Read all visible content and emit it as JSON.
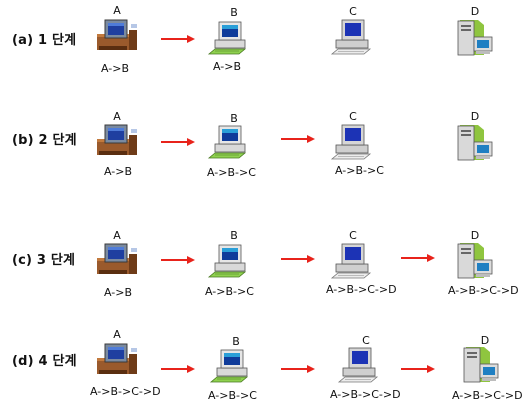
{
  "stages": [
    {
      "label": "(a) 1 단계",
      "nodes": [
        {
          "letter": "A",
          "caption": "A->B"
        },
        {
          "letter": "B",
          "caption": "A->B"
        },
        {
          "letter": "C",
          "caption": ""
        },
        {
          "letter": "D",
          "caption": ""
        }
      ]
    },
    {
      "label": "(b) 2 단계",
      "nodes": [
        {
          "letter": "A",
          "caption": "A->B"
        },
        {
          "letter": "B",
          "caption": "A->B->C"
        },
        {
          "letter": "C",
          "caption": "A->B->C"
        },
        {
          "letter": "D",
          "caption": ""
        }
      ]
    },
    {
      "label": "(c) 3 단계",
      "nodes": [
        {
          "letter": "A",
          "caption": "A->B"
        },
        {
          "letter": "B",
          "caption": "A->B->C"
        },
        {
          "letter": "C",
          "caption": "A->B->C->D"
        },
        {
          "letter": "D",
          "caption": "A->B->C->D"
        }
      ]
    },
    {
      "label": "(d) 4 단계",
      "nodes": [
        {
          "letter": "A",
          "caption": "A->B->C->D"
        },
        {
          "letter": "B",
          "caption": "A->B->C"
        },
        {
          "letter": "C",
          "caption": "A->B->C->D"
        },
        {
          "letter": "D",
          "caption": "A->B->C->D"
        }
      ]
    }
  ],
  "icons": [
    "desktop-pc-icon-a",
    "desktop-pc-icon-b",
    "desktop-pc-icon-c",
    "tower-pc-icon-d",
    "red-arrow-icon"
  ],
  "colors": {
    "arrow": "#e8231b",
    "screen": "#1f3fa0",
    "pc_a_body": "#9a5a2c",
    "pc_b_keyboard": "#8fd14f",
    "pc_d_tower": "#8fc53f"
  }
}
